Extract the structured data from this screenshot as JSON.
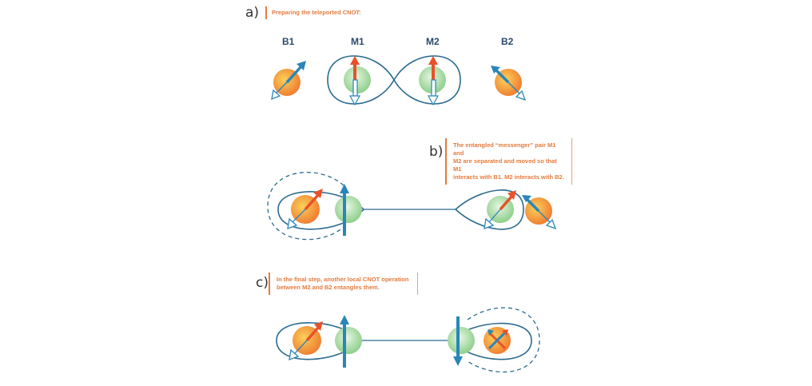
{
  "steps": {
    "a": {
      "letter": "a)",
      "caption": "Preparing the teleported CNOT:"
    },
    "b": {
      "letter": "b)",
      "caption_lines": [
        "The entangled “messenger” pair M1 and",
        "M2 are separated and moved so that M1",
        "interacts with B1. M2 interacts with B2."
      ]
    },
    "c": {
      "letter": "c)",
      "caption_lines": [
        "In the final step, another local CNOT operation",
        "between M2 and B2 entangles them."
      ]
    }
  },
  "labels": {
    "b1": "B1",
    "m1": "M1",
    "m2": "M2",
    "b2": "B2"
  },
  "colors": {
    "loop": "#2b6a8f",
    "spin_blue": "#2a86b8",
    "spin_red": "#e8512a",
    "orange_ball": "#f39a3a",
    "green_ball": "#9fd59c",
    "caption_accent": "#e57b3c"
  },
  "icons": [
    "spin-up-arrow-icon",
    "spin-down-arrow-icon",
    "qubit-sphere-icon"
  ]
}
